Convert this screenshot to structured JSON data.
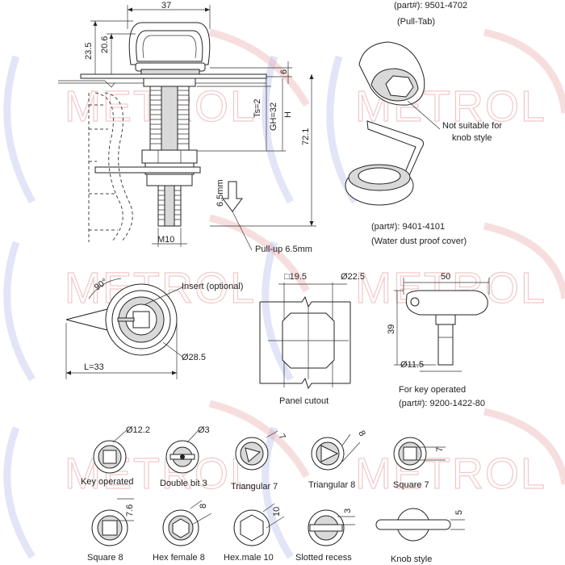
{
  "watermark": {
    "text": "METROL",
    "colors": {
      "red": "#e8a0a0",
      "blue": "#a8b4e8"
    }
  },
  "main_view": {
    "dim_width": "37",
    "dim_23_5": "23.5",
    "dim_20_6": "20.6",
    "dim_6": "6",
    "dim_ts": "Ts=2",
    "dim_gh": "GH=32",
    "dim_h": "H",
    "dim_72_1": "72.1",
    "dim_6_5": "6.5mm",
    "dim_m10": "M10",
    "pull_up": "Pull-up 6.5mm"
  },
  "pull_tab": {
    "part": "(part#): 9501-4702",
    "name": "(Pull-Tab)",
    "note_line1": "Not suitable for",
    "note_line2": "knob style"
  },
  "dust_cover": {
    "part": "(part#): 9401-4101",
    "name": "(Water dust proof cover)"
  },
  "front_view": {
    "angle": "90°",
    "insert": "Insert (optional)",
    "dia": "Ø28.5",
    "length": "L=33"
  },
  "panel_cutout": {
    "square": "□19.5",
    "dia": "Ø22.5",
    "label": "Panel cutout"
  },
  "key": {
    "width": "50",
    "height": "39",
    "dia": "Ø11.5",
    "line1": "For key operated",
    "line2": "(part#): 9200-1422-80"
  },
  "inserts_row1": [
    {
      "label": "Key operated",
      "dim": "Ø12.2"
    },
    {
      "label": "Double bit 3",
      "dim": "Ø3"
    },
    {
      "label": "Triangular 7",
      "dim": "7"
    },
    {
      "label": "Triangular 8",
      "dim": "8"
    },
    {
      "label": "Square 7",
      "dim": "7"
    }
  ],
  "inserts_row2": [
    {
      "label": "Square 8",
      "dim": "7.6"
    },
    {
      "label": "Hex female 8",
      "dim": "8"
    },
    {
      "label": "Hex.male 10",
      "dim": "10"
    },
    {
      "label": "Slotted recess",
      "dim": "3"
    },
    {
      "label": "Knob style",
      "dim": "5"
    }
  ]
}
